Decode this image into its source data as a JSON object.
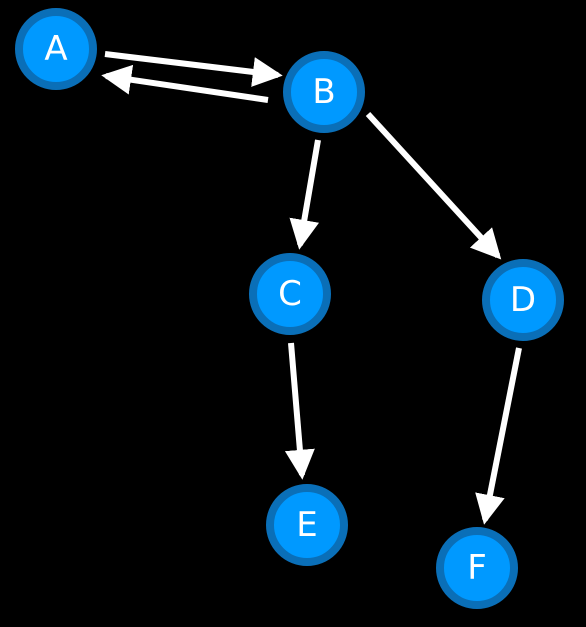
{
  "colors": {
    "background": "#000000",
    "node_fill": "#0099ff",
    "node_ring": "#0a6fb8",
    "edge": "#ffffff",
    "label": "#ffffff"
  },
  "nodes": [
    {
      "id": "A",
      "label": "A"
    },
    {
      "id": "B",
      "label": "B"
    },
    {
      "id": "C",
      "label": "C"
    },
    {
      "id": "D",
      "label": "D"
    },
    {
      "id": "E",
      "label": "E"
    },
    {
      "id": "F",
      "label": "F"
    }
  ],
  "edges": [
    {
      "from": "A",
      "to": "B"
    },
    {
      "from": "B",
      "to": "A"
    },
    {
      "from": "B",
      "to": "C"
    },
    {
      "from": "B",
      "to": "D"
    },
    {
      "from": "C",
      "to": "E"
    },
    {
      "from": "D",
      "to": "F"
    }
  ]
}
